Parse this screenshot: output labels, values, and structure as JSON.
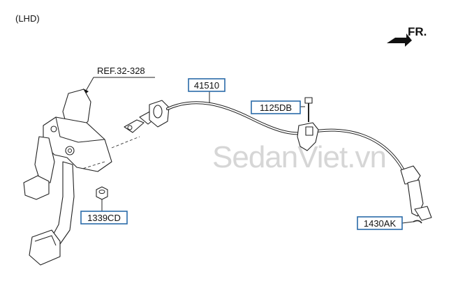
{
  "diagram": {
    "variant_label": "(LHD)",
    "front_indicator": "FR.",
    "reference_label": "REF.32-328",
    "watermark": "SedanViet.vn",
    "parts": [
      {
        "id": "cable",
        "number": "41510"
      },
      {
        "id": "bolt",
        "number": "1125DB"
      },
      {
        "id": "nut",
        "number": "1339CD"
      },
      {
        "id": "clip",
        "number": "1430AK"
      }
    ],
    "colors": {
      "callout_border": "#2a6aa8",
      "line": "#222222",
      "watermark": "#c9c9c9"
    }
  }
}
